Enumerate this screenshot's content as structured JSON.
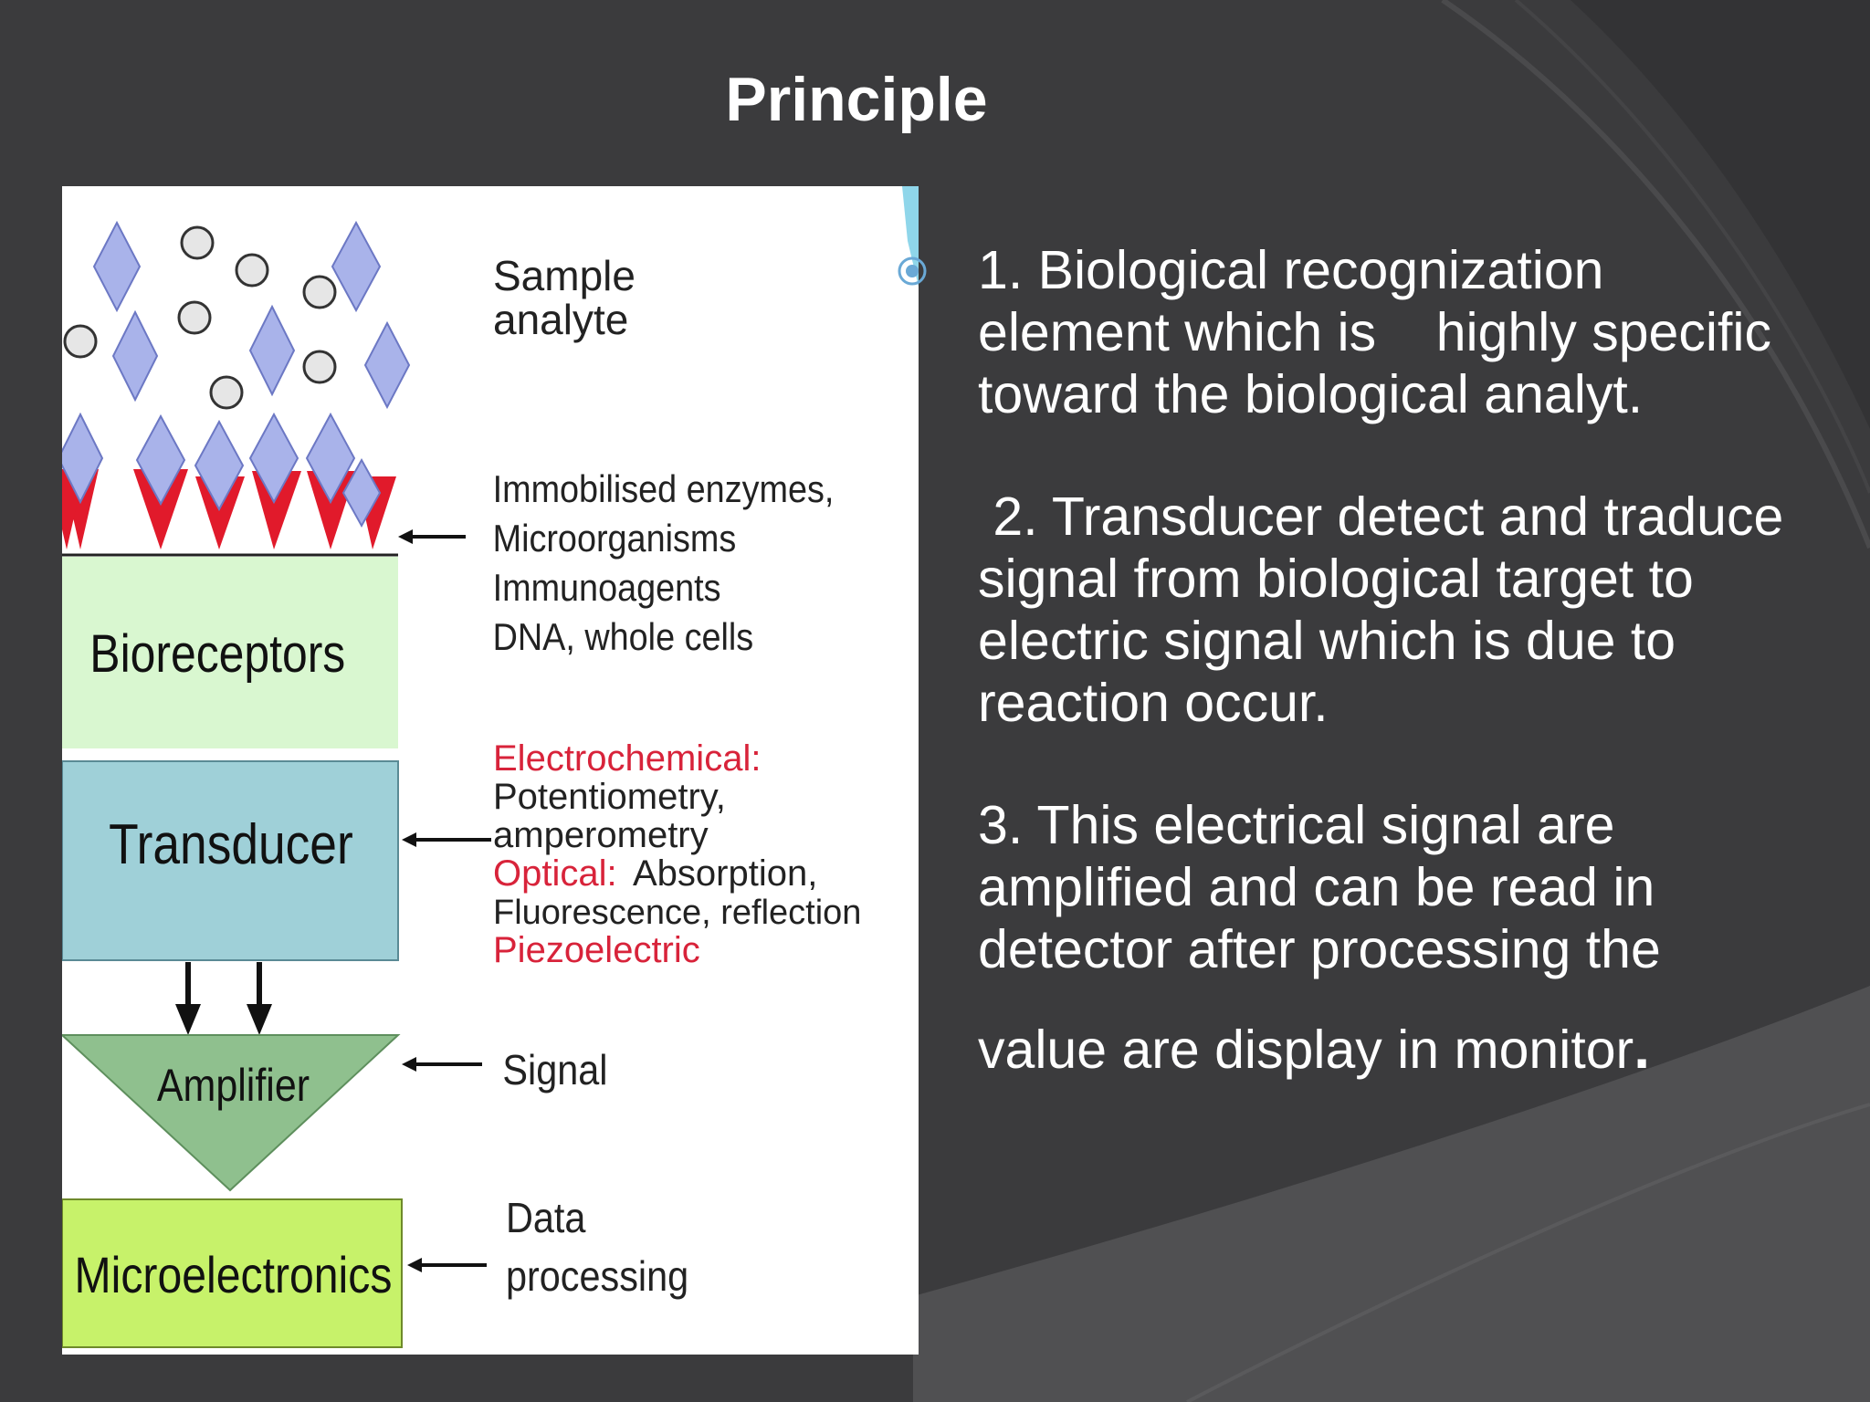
{
  "slide": {
    "title": "Principle"
  },
  "diagram": {
    "sample_label_1": "Sample",
    "sample_label_2": "analyte",
    "receptor_list": [
      "Immobilised enzymes,",
      "Microorganisms",
      "Immunoagents",
      "DNA, whole cells"
    ],
    "transducer_types": {
      "electrochemical_heading": "Electrochemical:",
      "electrochemical_line1": "Potentiometry,",
      "electrochemical_line2": "amperometry",
      "optical_heading": "Optical:",
      "optical_line1": "Absorption,",
      "optical_line2": "Fluorescence, reflection",
      "piezo": "Piezoelectric"
    },
    "blocks": {
      "bioreceptors": "Bioreceptors",
      "transducer": "Transducer",
      "amplifier": "Amplifier",
      "microelectronics": "Microelectronics"
    },
    "signal_label": "Signal",
    "data_label_1": "Data",
    "data_label_2": "processing",
    "colors": {
      "bioreceptors": "#d9f7d0",
      "transducer": "#9fd0d8",
      "amplifier": "#8fc08e",
      "microelectronics": "#c7f26a",
      "receptor_red": "#e11a2b",
      "analyte_diamond": "#a9b3ea"
    }
  },
  "points": {
    "p1_line1": "1. Biological recognization",
    "p1_line2": "element which is    highly specific",
    "p1_line3": "toward the biological analyt.",
    "p2_line1": " 2. Transducer detect and traduce",
    "p2_line2": "signal from biological target to",
    "p2_line3": "electric signal which is due to",
    "p2_line4": "reaction occur.",
    "p3_line1": "3. This electrical signal are",
    "p3_line2": "amplified and can be read in",
    "p3_line3": "detector after processing the",
    "p3_line4": "value are display in monitor",
    "p3_end": "."
  }
}
